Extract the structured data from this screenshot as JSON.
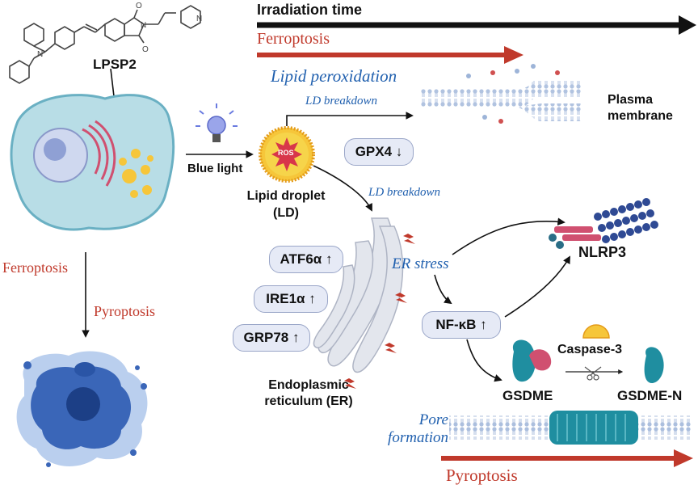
{
  "diagram": {
    "top_arrow_label": "Irradiation time",
    "ferroptosis_arrow_label": "Ferroptosis",
    "lipid_peroxidation": "Lipid peroxidation",
    "ld_breakdown_top": "LD breakdown",
    "plasma_membrane": "Plasma\nmembrane",
    "compound_label": "LPSP2",
    "blue_light": "Blue light",
    "ros": "ROS",
    "lipid_droplet": "Lipid droplet\n(LD)",
    "gpx4": "GPX4 ↓",
    "ld_breakdown_mid": "LD breakdown",
    "er_stress": "ER stress",
    "atf6": "ATF6α ↑",
    "ire1": "IRE1α ↑",
    "grp78": "GRP78 ↑",
    "nfkb": "NF-κB ↑",
    "nlrp3": "NLRP3",
    "caspase3": "Caspase-3",
    "gsdme": "GSDME",
    "gsdme_n": "GSDME-N",
    "er_label": "Endoplasmic\nreticulum (ER)",
    "pore_formation": "Pore\nformation",
    "pyroptosis_arrow_label": "Pyroptosis",
    "side_ferroptosis": "Ferroptosis",
    "side_pyroptosis": "Pyroptosis"
  },
  "colors": {
    "red_arrow": "#c0392b",
    "blue_text": "#1f5fae",
    "pill_fill": "#e6eaf6",
    "cell_fill": "#b8dde6",
    "dead_cell": "#3a66b8",
    "gsdme_teal": "#1f8ea0",
    "membrane_blue": "#9db4d8"
  }
}
